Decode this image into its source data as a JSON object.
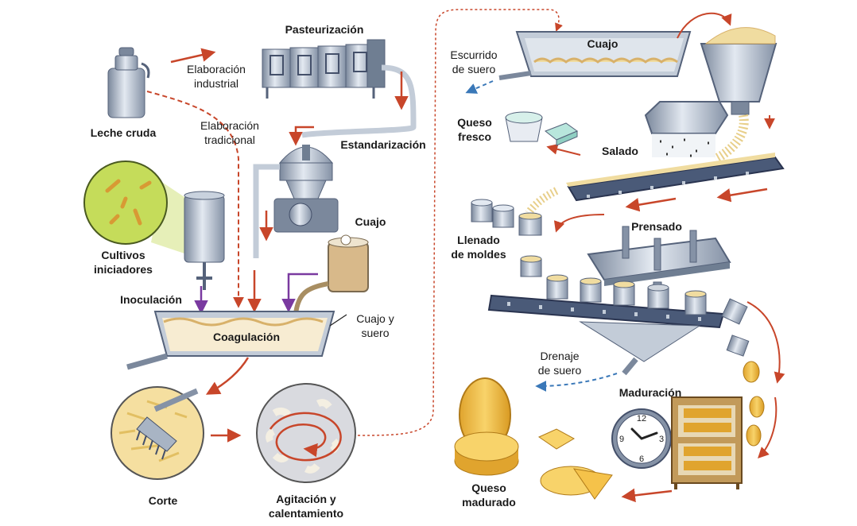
{
  "labels": {
    "leche_cruda": "Leche cruda",
    "elaboracion_industrial_1": "Elaboración",
    "elaboracion_industrial_2": "industrial",
    "elaboracion_tradicional_1": "Elaboración",
    "elaboracion_tradicional_2": "tradicional",
    "pasteurizacion": "Pasteurización",
    "estandarizacion": "Estandarización",
    "cultivos_1": "Cultivos",
    "cultivos_2": "iniciadores",
    "cuajo_left": "Cuajo",
    "inoculacion": "Inoculación",
    "coagulacion": "Coagulación",
    "cuajo_suero_1": "Cuajo y",
    "cuajo_suero_2": "suero",
    "corte": "Corte",
    "agitacion_1": "Agitación y",
    "agitacion_2": "calentamiento",
    "escurrido_1": "Escurrido",
    "escurrido_2": "de suero",
    "cuajo_top": "Cuajo",
    "queso_fresco_1": "Queso",
    "queso_fresco_2": "fresco",
    "salado": "Salado",
    "llenado_1": "Llenado",
    "llenado_2": "de moldes",
    "prensado": "Prensado",
    "drenaje_1": "Drenaje",
    "drenaje_2": "de suero",
    "maduracion": "Maduración",
    "queso_madurado_1": "Queso",
    "queso_madurado_2": "madurado"
  },
  "colors": {
    "flow_arrow": "#c8462a",
    "whey_arrow": "#3a78b8",
    "purple_arrow": "#7a3aa0",
    "steel": "#a8b4c4",
    "steel_dark": "#6f7e92",
    "curd": "#f0dca0",
    "cheese": "#f5c24a",
    "vat_fill": "#f7ecd2",
    "conveyor": "#4a5a78",
    "lens_green": "#c5dc5a"
  },
  "icons": [
    "milk-can-icon",
    "pasteurizer-icon",
    "centrifuge-icon",
    "tank-icon",
    "vat-icon",
    "cutting-rake-icon",
    "stirring-icon",
    "drain-tray-icon",
    "hopper-icon",
    "salt-block-icon",
    "conveyor-icon",
    "mold-icon",
    "press-icon",
    "clock-icon",
    "shelf-icon",
    "cheese-wheel-icon",
    "fresh-cheese-icon"
  ]
}
